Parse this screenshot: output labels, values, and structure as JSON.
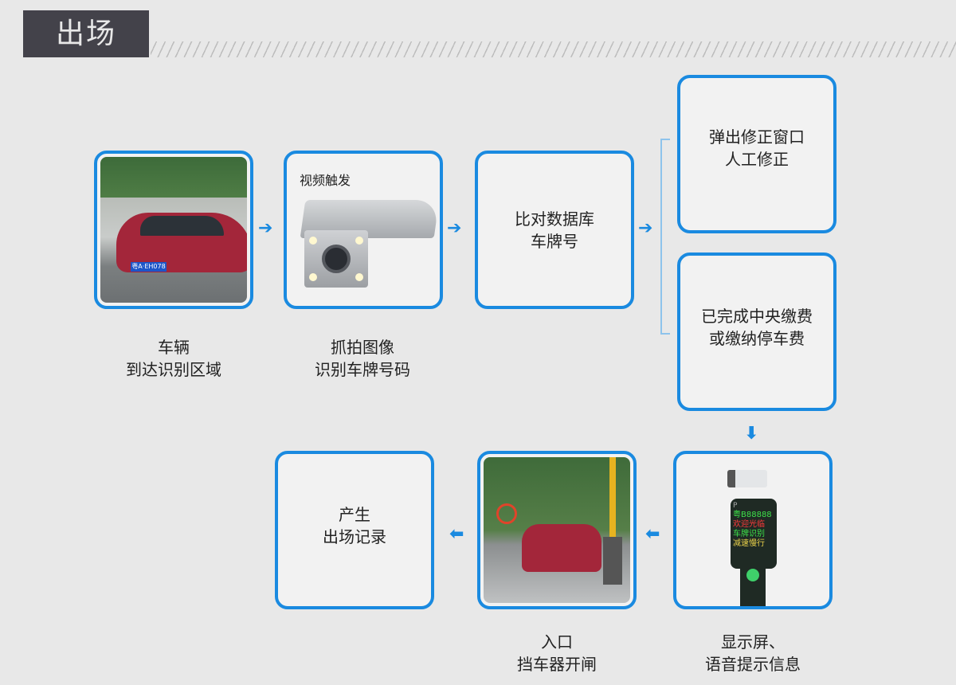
{
  "header": {
    "title": "出场"
  },
  "steps": {
    "s1": {
      "label1": "车辆",
      "label2": "到达识别区域",
      "plate": "粤A·EH078"
    },
    "s2": {
      "caption": "视频触发",
      "label1": "抓拍图像",
      "label2": "识别车牌号码"
    },
    "s3": {
      "line1": "比对数据库",
      "line2": "车牌号"
    },
    "s4": {
      "line1": "弹出修正窗口",
      "line2": "人工修正"
    },
    "s5": {
      "line1": "已完成中央缴费",
      "line2": "或缴纳停车费"
    },
    "s6": {
      "label1": "显示屏、",
      "label2": "语音提示信息",
      "screen": [
        "粤B88888",
        "欢迎光临",
        "车牌识别",
        "减速慢行"
      ],
      "sign_p": "P"
    },
    "s7": {
      "label1": "入口",
      "label2": "挡车器开闸"
    },
    "s8": {
      "line1": "产生",
      "line2": "出场记录"
    }
  },
  "colors": {
    "accent": "#1a8ae0",
    "title_bg": "#43424a",
    "background": "#e8e8e8"
  }
}
